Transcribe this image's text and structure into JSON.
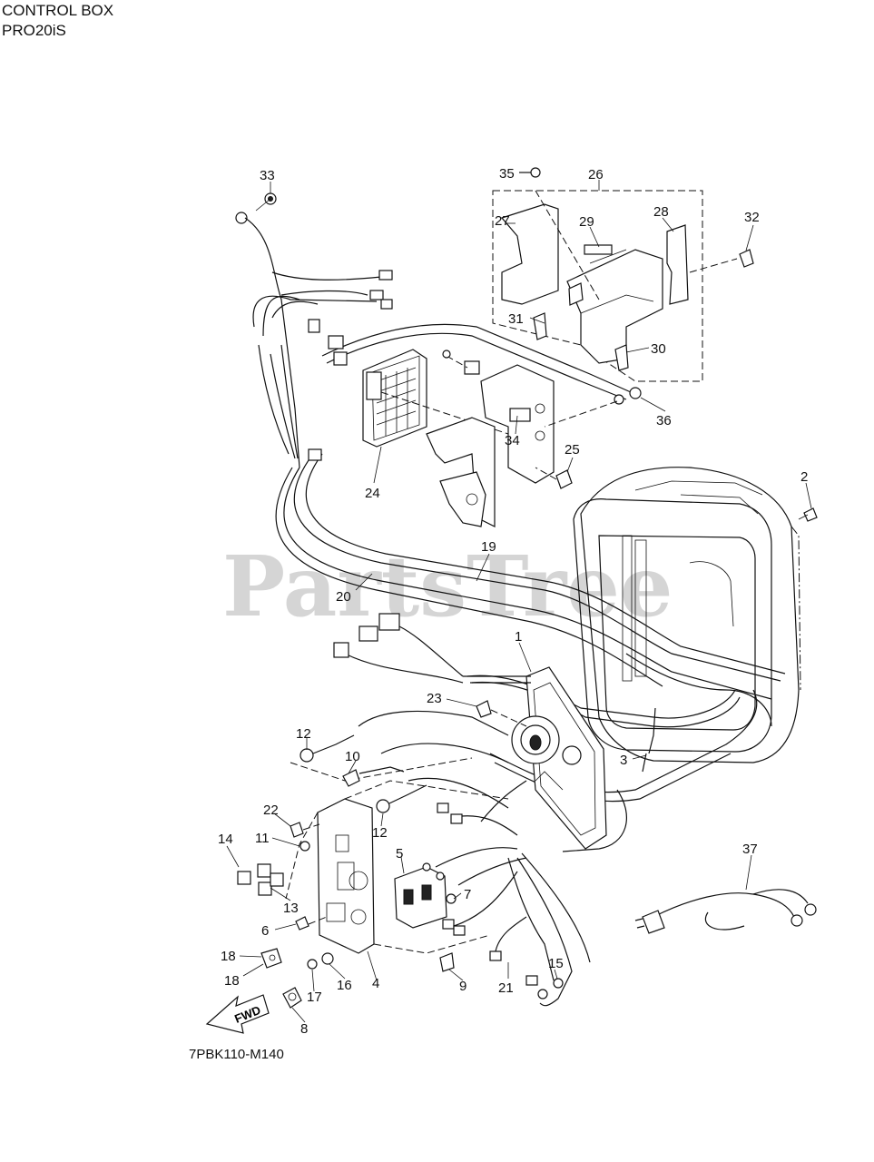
{
  "header": {
    "title": "CONTROL BOX",
    "model": "PRO20iS"
  },
  "figure_code": "7PBK110-M140",
  "watermark": "PartsTree",
  "fwd_label": "FWD",
  "callouts": {
    "c1": "1",
    "c2": "2",
    "c3": "3",
    "c4": "4",
    "c5": "5",
    "c6": "6",
    "c7": "7",
    "c8": "8",
    "c9": "9",
    "c10": "10",
    "c11": "11",
    "c12a": "12",
    "c12b": "12",
    "c13": "13",
    "c14": "14",
    "c15": "15",
    "c16": "16",
    "c17": "17",
    "c18a": "18",
    "c18b": "18",
    "c19": "19",
    "c20": "20",
    "c21": "21",
    "c22": "22",
    "c23": "23",
    "c24": "24",
    "c25": "25",
    "c26": "26",
    "c27": "27",
    "c28": "28",
    "c29": "29",
    "c30": "30",
    "c31": "31",
    "c32": "32",
    "c33": "33",
    "c34": "34",
    "c35": "35",
    "c36": "36",
    "c37": "37"
  }
}
